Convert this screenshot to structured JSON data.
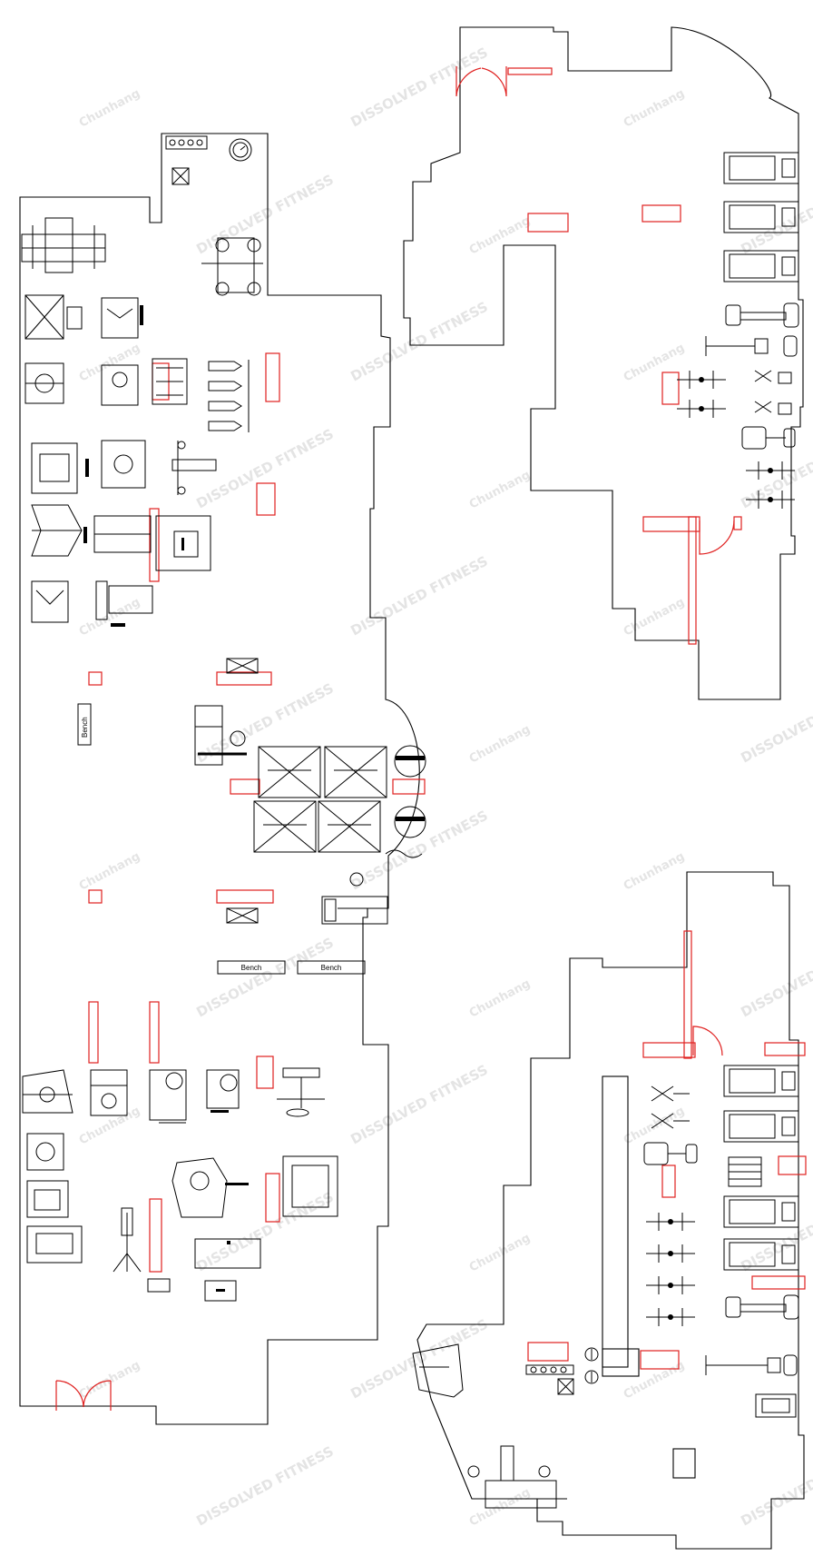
{
  "plan": {
    "labels": {
      "bench_vertical": "Bench",
      "bench_a": "Bench",
      "bench_b": "Bench"
    },
    "watermark": {
      "brand": "DISSOLVED FITNESS",
      "script": "Chunhang"
    },
    "colors": {
      "wall": "#000000",
      "highlight": "#e0201f",
      "watermark": "#cfcfcf"
    }
  }
}
